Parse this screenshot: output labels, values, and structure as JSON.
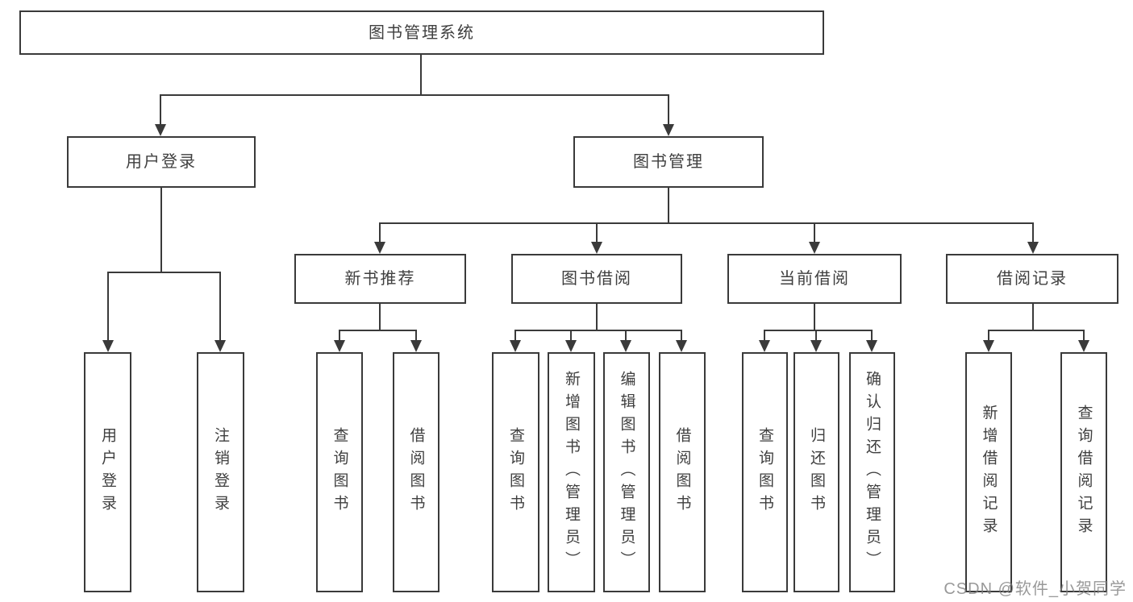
{
  "tree": {
    "root": {
      "label": "图书管理系统"
    },
    "branches": [
      {
        "label": "用户登录",
        "children": [
          {
            "label": "用户登录"
          },
          {
            "label": "注销登录"
          }
        ]
      },
      {
        "label": "图书管理",
        "children": [
          {
            "label": "新书推荐",
            "children": [
              {
                "label": "查询图书"
              },
              {
                "label": "借阅图书"
              }
            ]
          },
          {
            "label": "图书借阅",
            "children": [
              {
                "label": "查询图书"
              },
              {
                "label": "新增图书（管理员）"
              },
              {
                "label": "编辑图书（管理员）"
              },
              {
                "label": "借阅图书"
              }
            ]
          },
          {
            "label": "当前借阅",
            "children": [
              {
                "label": "查询图书"
              },
              {
                "label": "归还图书"
              },
              {
                "label": "确认归还（管理员）"
              }
            ]
          },
          {
            "label": "借阅记录",
            "children": [
              {
                "label": "新增借阅记录"
              },
              {
                "label": "查询借阅记录"
              }
            ]
          }
        ]
      }
    ]
  },
  "colors": {
    "line": "#3a3a3a",
    "box_border": "#3a3a3a",
    "text": "#3f3f3f",
    "watermark": "#808080"
  },
  "watermark": "CSDN @软件_小贺同学"
}
